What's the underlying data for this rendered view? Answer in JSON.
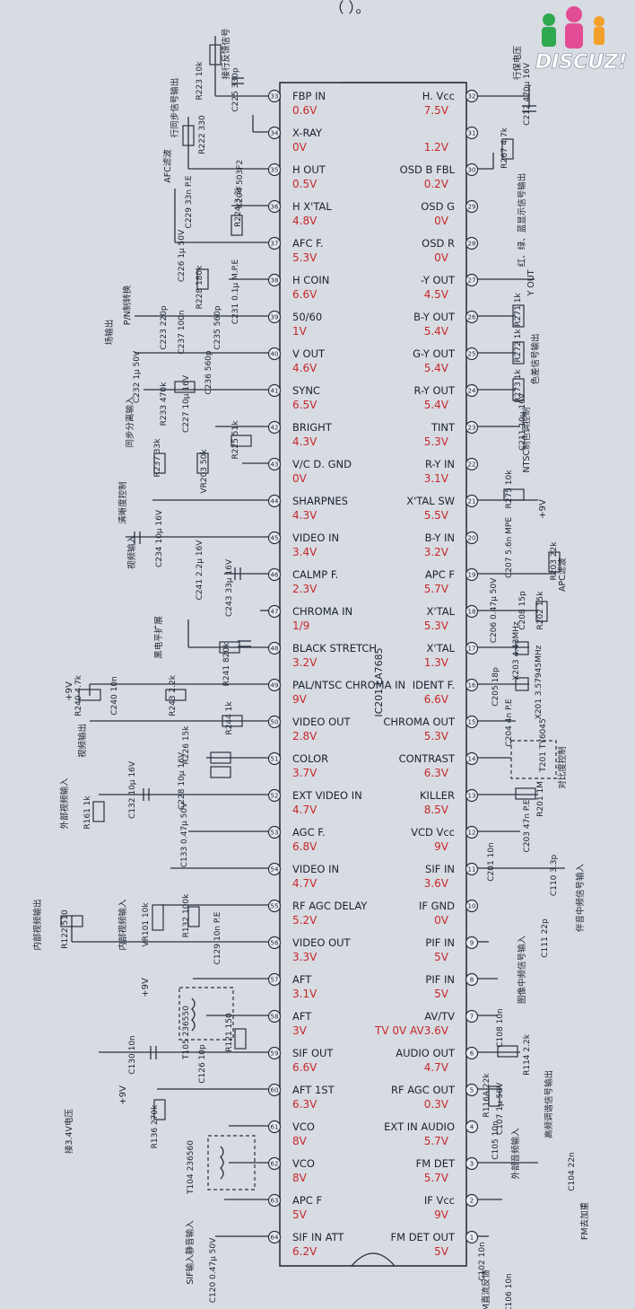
{
  "chip": {
    "ref": "IC201 LA7685"
  },
  "header": {
    "top_text": "（ ）。"
  },
  "watermark": {
    "text": "DISCUZ!"
  },
  "right_pins": [
    {
      "num": "33",
      "name": "FBP IN",
      "volt": "0.6V"
    },
    {
      "num": "34",
      "name": "X-RAY",
      "volt": "0V"
    },
    {
      "num": "35",
      "name": "H OUT",
      "volt": "0.5V"
    },
    {
      "num": "36",
      "name": "H X'TAL",
      "volt": "4.8V"
    },
    {
      "num": "37",
      "name": "AFC F.",
      "volt": "5.3V"
    },
    {
      "num": "38",
      "name": "H COIN",
      "volt": "6.6V"
    },
    {
      "num": "39",
      "name": "50/60",
      "volt": "1V"
    },
    {
      "num": "40",
      "name": "V OUT",
      "volt": "4.6V"
    },
    {
      "num": "41",
      "name": "SYNC",
      "volt": "6.5V"
    },
    {
      "num": "42",
      "name": "BRIGHT",
      "volt": "4.3V"
    },
    {
      "num": "43",
      "name": "V/C D. GND",
      "volt": "0V"
    },
    {
      "num": "44",
      "name": "SHARPNES",
      "volt": "4.3V"
    },
    {
      "num": "45",
      "name": "VIDEO IN",
      "volt": "3.4V"
    },
    {
      "num": "46",
      "name": "CALMP F.",
      "volt": "2.3V"
    },
    {
      "num": "47",
      "name": "CHROMA IN",
      "volt": "1/9"
    },
    {
      "num": "48",
      "name": "BLACK STRETCH",
      "volt": "3.2V"
    },
    {
      "num": "49",
      "name": "PAL/NTSC CHROMA IN",
      "volt": "9V"
    },
    {
      "num": "50",
      "name": "VIDEO OUT",
      "volt": "2.8V"
    },
    {
      "num": "51",
      "name": "COLOR",
      "volt": "3.7V"
    },
    {
      "num": "52",
      "name": "EXT VIDEO IN",
      "volt": "4.7V"
    },
    {
      "num": "53",
      "name": "AGC F.",
      "volt": "6.8V"
    },
    {
      "num": "54",
      "name": "VIDEO IN",
      "volt": "4.7V"
    },
    {
      "num": "55",
      "name": "RF AGC DELAY",
      "volt": "5.2V"
    },
    {
      "num": "56",
      "name": "VIDEO OUT",
      "volt": "3.3V"
    },
    {
      "num": "57",
      "name": "AFT",
      "volt": "3.1V"
    },
    {
      "num": "58",
      "name": "AFT",
      "volt": "3V"
    },
    {
      "num": "59",
      "name": "SIF OUT",
      "volt": "6.6V"
    },
    {
      "num": "60",
      "name": "AFT 1ST",
      "volt": "6.3V"
    },
    {
      "num": "61",
      "name": "VCO",
      "volt": "8V"
    },
    {
      "num": "62",
      "name": "VCO",
      "volt": "8V"
    },
    {
      "num": "63",
      "name": "APC F",
      "volt": "5V"
    },
    {
      "num": "64",
      "name": "SIF IN ATT",
      "volt": "6.2V"
    }
  ],
  "left_pins": [
    {
      "num": "32",
      "name": "H. Vcc",
      "volt": "7.5V"
    },
    {
      "num": "31",
      "name": "",
      "volt": "1.2V"
    },
    {
      "num": "30",
      "name": "OSD B FBL",
      "volt": "0.2V"
    },
    {
      "num": "29",
      "name": "OSD G",
      "volt": "0V"
    },
    {
      "num": "28",
      "name": "OSD R",
      "volt": "0V"
    },
    {
      "num": "27",
      "name": "-Y OUT",
      "volt": "4.5V"
    },
    {
      "num": "26",
      "name": "B-Y OUT",
      "volt": "5.4V"
    },
    {
      "num": "25",
      "name": "G-Y OUT",
      "volt": "5.4V"
    },
    {
      "num": "24",
      "name": "R-Y OUT",
      "volt": "5.4V"
    },
    {
      "num": "23",
      "name": "TINT",
      "volt": "5.3V"
    },
    {
      "num": "22",
      "name": "R-Y IN",
      "volt": "3.1V"
    },
    {
      "num": "21",
      "name": "X'TAL SW",
      "volt": "5.5V"
    },
    {
      "num": "20",
      "name": "B-Y IN",
      "volt": "3.2V"
    },
    {
      "num": "19",
      "name": "APC F",
      "volt": "5.7V"
    },
    {
      "num": "18",
      "name": "X'TAL",
      "volt": "5.3V"
    },
    {
      "num": "17",
      "name": "X'TAL",
      "volt": "1.3V"
    },
    {
      "num": "16",
      "name": "IDENT F.",
      "volt": "6.6V"
    },
    {
      "num": "15",
      "name": "CHROMA OUT",
      "volt": "5.3V"
    },
    {
      "num": "14",
      "name": "CONTRAST",
      "volt": "6.3V"
    },
    {
      "num": "13",
      "name": "KILLER",
      "volt": "8.5V"
    },
    {
      "num": "12",
      "name": "VCD Vcc",
      "volt": "9V"
    },
    {
      "num": "11",
      "name": "SIF IN",
      "volt": "3.6V"
    },
    {
      "num": "10",
      "name": "IF GND",
      "volt": "0V"
    },
    {
      "num": "9",
      "name": "PIF IN",
      "volt": "5V"
    },
    {
      "num": "8",
      "name": "PIF IN",
      "volt": "5V"
    },
    {
      "num": "7",
      "name": "AV/TV",
      "volt": "TV 0V AV3.6V"
    },
    {
      "num": "6",
      "name": "AUDIO OUT",
      "volt": "4.7V"
    },
    {
      "num": "5",
      "name": "RF AGC OUT",
      "volt": "0.3V"
    },
    {
      "num": "4",
      "name": "EXT IN AUDIO",
      "volt": "5.7V"
    },
    {
      "num": "3",
      "name": "FM DET",
      "volt": "5.7V"
    },
    {
      "num": "2",
      "name": "IF Vcc",
      "volt": "9V"
    },
    {
      "num": "1",
      "name": "FM DET OUT",
      "volt": "5V"
    }
  ],
  "top_components": [
    {
      "text": "R223 10k",
      "x": "225",
      "y": "90"
    },
    {
      "text": "C225 330p",
      "x": "265",
      "y": "100"
    },
    {
      "text": "R222 330",
      "x": "228",
      "y": "150"
    },
    {
      "text": "C229 33n P.E",
      "x": "213",
      "y": "225"
    },
    {
      "text": "R224 3.3k",
      "x": "268",
      "y": "230"
    },
    {
      "text": "X204 503F2",
      "x": "270",
      "y": "205"
    },
    {
      "text": "C226 1µ 50V",
      "x": "205",
      "y": "285"
    },
    {
      "text": "R228 180k",
      "x": "225",
      "y": "320"
    },
    {
      "text": "C231 0.1µ M.P.E",
      "x": "265",
      "y": "325"
    },
    {
      "text": "C223 220p",
      "x": "185",
      "y": "365"
    },
    {
      "text": "C237 100n",
      "x": "205",
      "y": "370"
    },
    {
      "text": "C235 560p",
      "x": "245",
      "y": "365"
    },
    {
      "text": "C232 1µ 50V",
      "x": "155",
      "y": "420"
    },
    {
      "text": "R233 470k",
      "x": "185",
      "y": "450"
    },
    {
      "text": "C227 10µ 16V",
      "x": "210",
      "y": "450"
    },
    {
      "text": "C236 560p",
      "x": "235",
      "y": "415"
    },
    {
      "text": "R237 33k",
      "x": "178",
      "y": "510"
    },
    {
      "text": "VR203 50k",
      "x": "230",
      "y": "525"
    },
    {
      "text": "R225 51k",
      "x": "265",
      "y": "490"
    },
    {
      "text": "C234 10µ 16V",
      "x": "180",
      "y": "600"
    },
    {
      "text": "C241 2.2µ 16V",
      "x": "225",
      "y": "635"
    },
    {
      "text": "C243 33µ 16V",
      "x": "258",
      "y": "655"
    },
    {
      "text": "R241 820k",
      "x": "255",
      "y": "740"
    },
    {
      "text": "R240 4.7k",
      "x": "90",
      "y": "775"
    },
    {
      "text": "C240 10n",
      "x": "130",
      "y": "775"
    },
    {
      "text": "R243 2.2k",
      "x": "195",
      "y": "775"
    },
    {
      "text": "R244 1k",
      "x": "258",
      "y": "800"
    },
    {
      "text": "R226 15k",
      "x": "210",
      "y": "830"
    },
    {
      "text": "C228 10µ 16V",
      "x": "205",
      "y": "870"
    },
    {
      "text": "C132 10µ 16V",
      "x": "150",
      "y": "880"
    },
    {
      "text": "R161 1k",
      "x": "100",
      "y": "905"
    },
    {
      "text": "C133 0.47µ 50V",
      "x": "208",
      "y": "930"
    },
    {
      "text": "R122 510",
      "x": "75",
      "y": "1035"
    },
    {
      "text": "VR101 10k",
      "x": "165",
      "y": "1030"
    },
    {
      "text": "R132 100k",
      "x": "210",
      "y": "1020"
    },
    {
      "text": "C129 10n P.E",
      "x": "245",
      "y": "1045"
    },
    {
      "text": "T105 236550",
      "x": "210",
      "y": "1150"
    },
    {
      "text": "C126 10p",
      "x": "228",
      "y": "1185"
    },
    {
      "text": "R121 150",
      "x": "258",
      "y": "1150"
    },
    {
      "text": "C130 10n",
      "x": "150",
      "y": "1175"
    },
    {
      "text": "R136 270k",
      "x": "175",
      "y": "1255"
    },
    {
      "text": "T104 236560",
      "x": "215",
      "y": "1300"
    },
    {
      "text": "C120 0.47µ 50V",
      "x": "240",
      "y": "1415"
    },
    {
      "text": "C212 470µ 16V",
      "x": "590",
      "y": "105"
    },
    {
      "text": "R267 4.7k",
      "x": "565",
      "y": "165"
    },
    {
      "text": "R271 1k",
      "x": "580",
      "y": "345"
    },
    {
      "text": "R272 1k",
      "x": "580",
      "y": "385"
    },
    {
      "text": "R273 1k",
      "x": "580",
      "y": "430"
    },
    {
      "text": "C211 10µ 16V",
      "x": "585",
      "y": "470"
    },
    {
      "text": "R275 10k",
      "x": "570",
      "y": "545"
    },
    {
      "text": "C207 5.6n MPE",
      "x": "570",
      "y": "610"
    },
    {
      "text": "R203 22k",
      "x": "620",
      "y": "625"
    },
    {
      "text": "C206 0.47µ 50V",
      "x": "553",
      "y": "680"
    },
    {
      "text": "C208 15p",
      "x": "585",
      "y": "680"
    },
    {
      "text": "R202 15k",
      "x": "605",
      "y": "680"
    },
    {
      "text": "X203 4.43MHz",
      "x": "578",
      "y": "725"
    },
    {
      "text": "C205 18p",
      "x": "555",
      "y": "765"
    },
    {
      "text": "X201 3.57945MHz",
      "x": "603",
      "y": "760"
    },
    {
      "text": "C204 4n P.E",
      "x": "570",
      "y": "805"
    },
    {
      "text": "T201 TY6045",
      "x": "608",
      "y": "830"
    },
    {
      "text": "R201 1M",
      "x": "605",
      "y": "890"
    },
    {
      "text": "C203 47n P.E",
      "x": "590",
      "y": "920"
    },
    {
      "text": "C201 10n",
      "x": "550",
      "y": "960"
    },
    {
      "text": "C110 3.3p",
      "x": "620",
      "y": "975"
    },
    {
      "text": "C111 22p",
      "x": "610",
      "y": "1045"
    },
    {
      "text": "C108 10n",
      "x": "560",
      "y": "1145"
    },
    {
      "text": "R114 2.2k",
      "x": "590",
      "y": "1175"
    },
    {
      "text": "R116A 22k",
      "x": "545",
      "y": "1220"
    },
    {
      "text": "C107 1µ 50V",
      "x": "560",
      "y": "1235"
    },
    {
      "text": "C105 10n",
      "x": "555",
      "y": "1270"
    },
    {
      "text": "C104 22n",
      "x": "640",
      "y": "1305"
    },
    {
      "text": "C102 10n",
      "x": "540",
      "y": "1405"
    },
    {
      "text": "C106 10n",
      "x": "570",
      "y": "1440"
    }
  ],
  "notes": [
    {
      "text": "接行反馈信号",
      "x": "255",
      "y": "60"
    },
    {
      "text": "行同步信号输出",
      "x": "198",
      "y": "120"
    },
    {
      "text": "AFC滤波",
      "x": "190",
      "y": "185"
    },
    {
      "text": "P/N制转换",
      "x": "145",
      "y": "340"
    },
    {
      "text": "场输出",
      "x": "125",
      "y": "370"
    },
    {
      "text": "同步分离输入",
      "x": "148",
      "y": "470"
    },
    {
      "text": "清晰度控制",
      "x": "140",
      "y": "560"
    },
    {
      "text": "视频输入",
      "x": "150",
      "y": "615"
    },
    {
      "text": "黑电平扩展",
      "x": "180",
      "y": "710"
    },
    {
      "text": "视频输出",
      "x": "95",
      "y": "825"
    },
    {
      "text": "外部视频输入",
      "x": "75",
      "y": "895"
    },
    {
      "text": "内部视频输出",
      "x": "45",
      "y": "1030"
    },
    {
      "text": "内部视频输入",
      "x": "140",
      "y": "1030"
    },
    {
      "text": "接3.4V电压",
      "x": "80",
      "y": "1260"
    },
    {
      "text": "SIF输入静音输入",
      "x": "215",
      "y": "1395"
    },
    {
      "text": "行保电压",
      "x": "580",
      "y": "70"
    },
    {
      "text": "红、绿、蓝显示信号输出",
      "x": "585",
      "y": "245"
    },
    {
      "text": "Y OUT",
      "x": "595",
      "y": "315"
    },
    {
      "text": "色差信号输出",
      "x": "600",
      "y": "400"
    },
    {
      "text": "NTSC制色调控制",
      "x": "590",
      "y": "490"
    },
    {
      "text": "APC滤波",
      "x": "630",
      "y": "640"
    },
    {
      "text": "对比度控制",
      "x": "630",
      "y": "855"
    },
    {
      "text": "伴音中频信号输入",
      "x": "650",
      "y": "1000"
    },
    {
      "text": "图像中频信号输入",
      "x": "585",
      "y": "1080"
    },
    {
      "text": "高频调谐信号输出",
      "x": "615",
      "y": "1230"
    },
    {
      "text": "外部音频输入",
      "x": "578",
      "y": "1285"
    },
    {
      "text": "FM去加重",
      "x": "655",
      "y": "1360"
    },
    {
      "text": "FM直流反馈",
      "x": "545",
      "y": "1440"
    }
  ],
  "supply_labels": [
    "+9V",
    "+9V",
    "+9V",
    "+9V"
  ]
}
